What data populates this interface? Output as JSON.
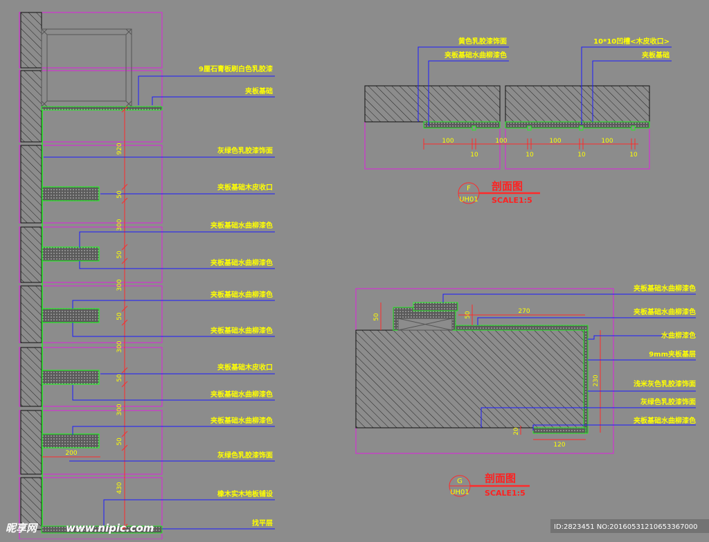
{
  "left_labels": [
    "9厘石膏板刷白色乳胶漆",
    "夹板基础",
    "灰绿色乳胶漆饰面",
    "夹板基础木皮收口",
    "夹板基础水曲柳漆色",
    "夹板基础水曲柳漆色",
    "夹板基础水曲柳漆色",
    "夹板基础水曲柳漆色",
    "夹板基础木皮收口",
    "夹板基础水曲柳漆色",
    "夹板基础水曲柳漆色",
    "灰绿色乳胶漆饰面",
    "橡木实木地板铺设",
    "找平层"
  ],
  "left_dims": [
    "920",
    "50",
    "300",
    "50",
    "300",
    "50",
    "300",
    "50",
    "300",
    "50",
    "430",
    "200"
  ],
  "section_f": {
    "labels": [
      "黄色乳胶漆饰面",
      "夹板基础水曲柳漆色",
      "10*10凹槽<木皮收口>",
      "夹板基础"
    ],
    "dims": [
      "100",
      "10",
      "100",
      "10",
      "100",
      "10",
      "100",
      "10"
    ],
    "circle_top": "F",
    "circle_bottom": "UH01",
    "title": "剖面图",
    "scale": "SCALE1:5"
  },
  "section_g": {
    "labels": [
      "夹板基础水曲柳漆色",
      "夹板基础水曲柳漆色",
      "水曲柳漆色",
      "9mm夹板基层",
      "浅米灰色乳胶漆饰面",
      "灰绿色乳胶漆饰面",
      "夹板基础水曲柳漆色"
    ],
    "dims": [
      "50",
      "50",
      "270",
      "230",
      "20",
      "120"
    ],
    "circle_top": "G",
    "circle_bottom": "UH01",
    "title": "剖面图",
    "scale": "SCALE1:5"
  },
  "watermark": {
    "brand": "昵享网",
    "url": "www.nipic.com",
    "id_text": "ID:2823451 NO:20160531210653367000"
  },
  "colors": {
    "background": "#8c8c8c",
    "frame": "#e020e0",
    "leader": "#1a1aff",
    "text": "#ffff00",
    "dimension": "#ff2a2a",
    "finish": "#22ee22"
  }
}
